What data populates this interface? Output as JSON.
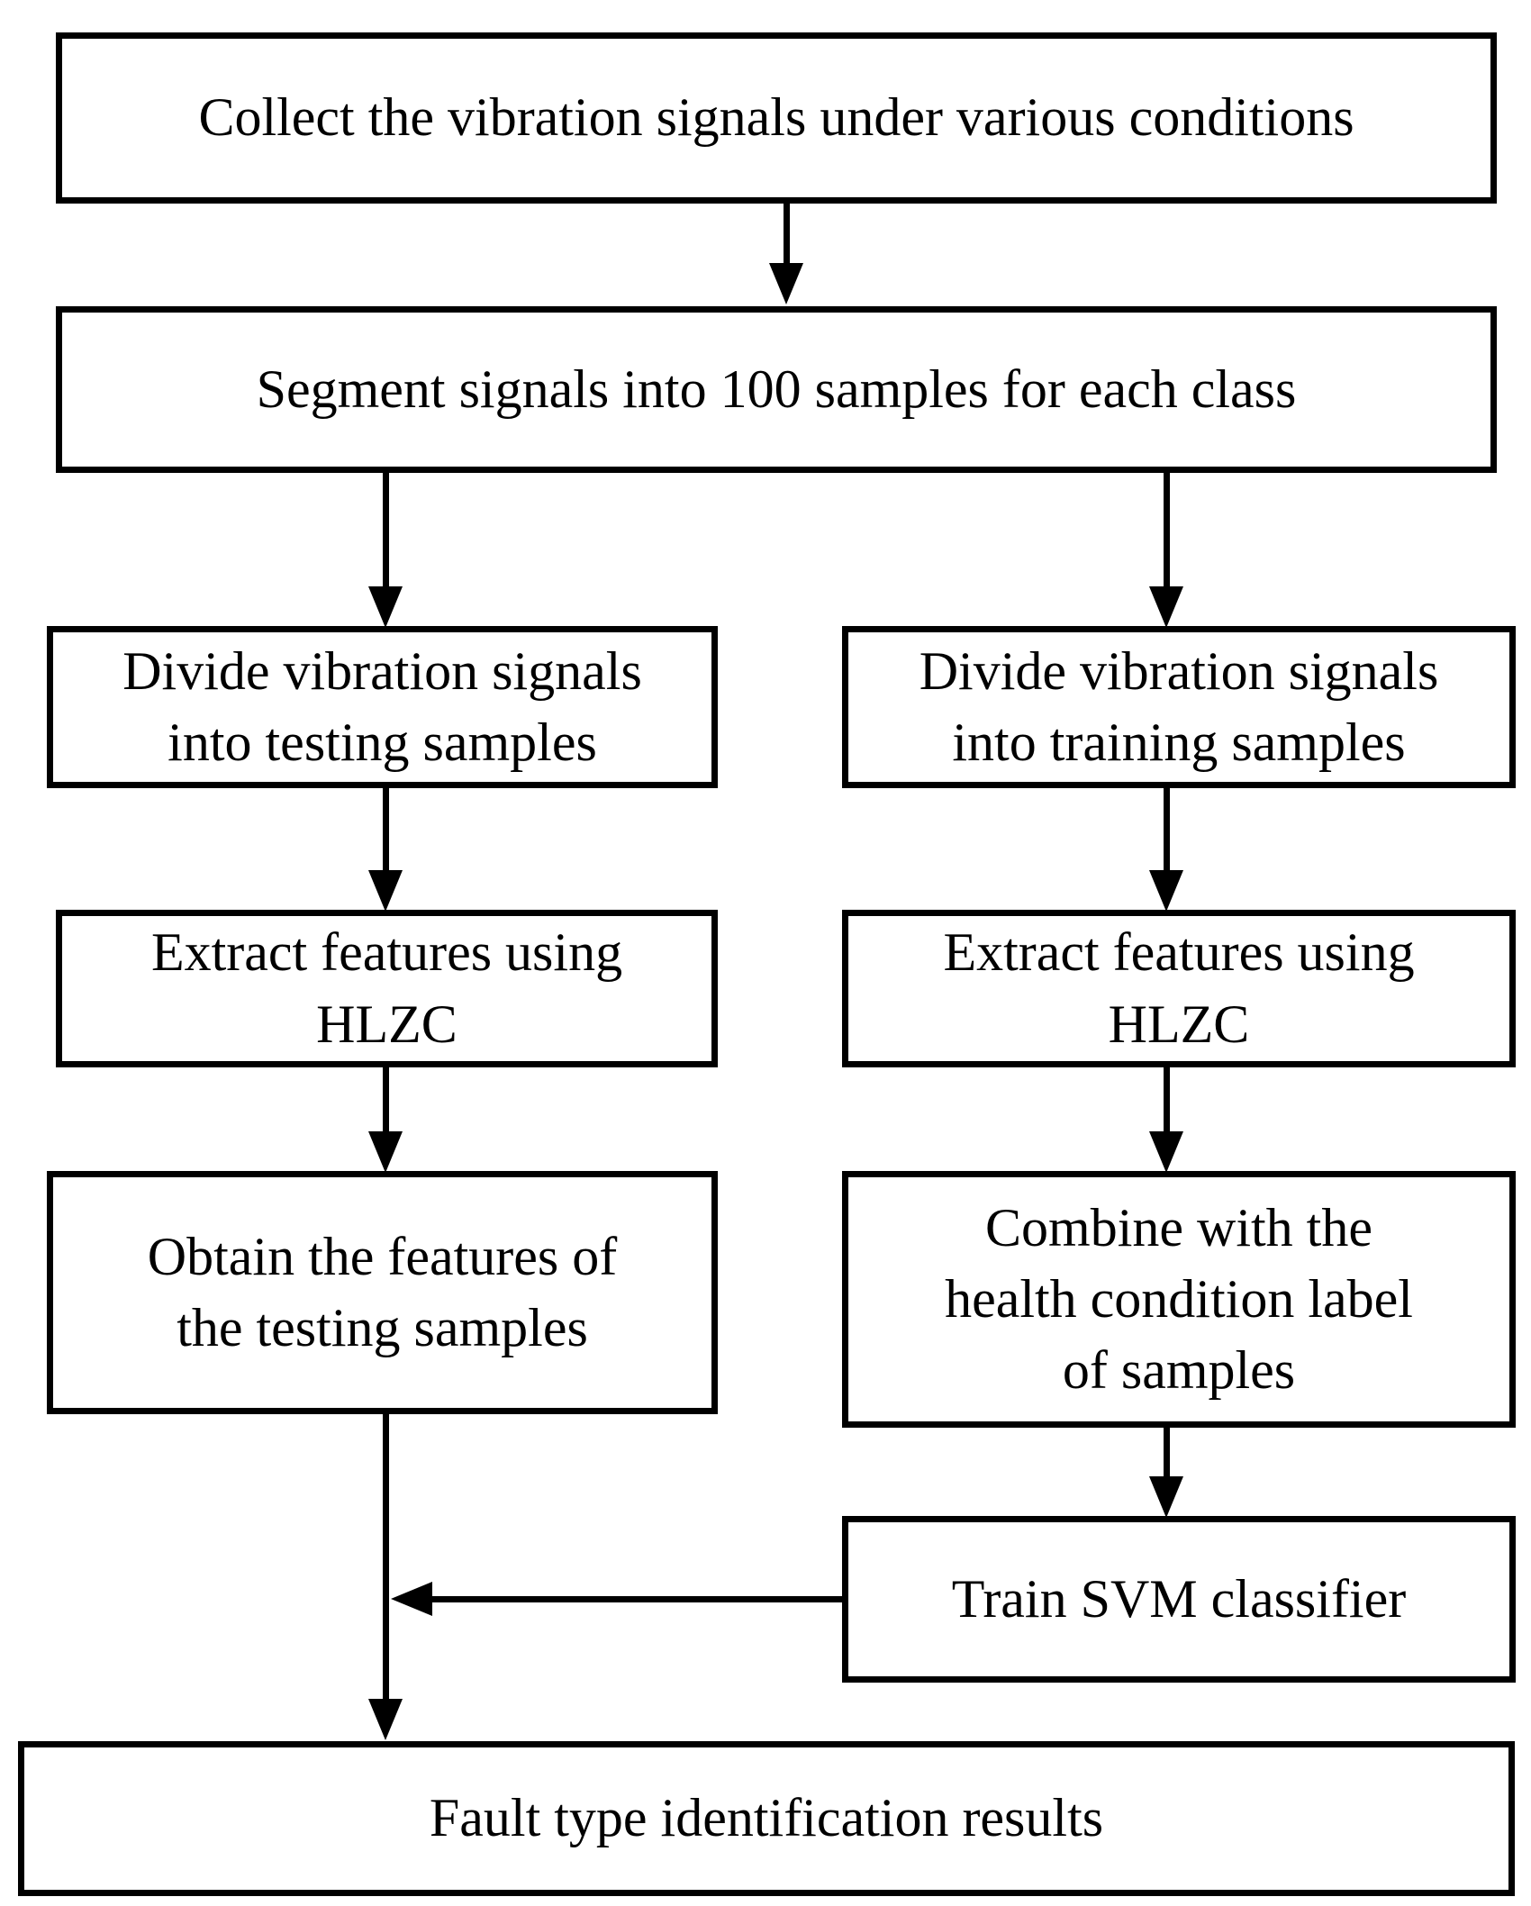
{
  "diagram": {
    "type": "flowchart",
    "colors": {
      "line": "#000000",
      "box_border": "#000000",
      "background": "#ffffff",
      "text": "#000000"
    },
    "nodes": {
      "collect": {
        "lines": [
          "Collect the vibration signals under various conditions"
        ]
      },
      "segment": {
        "lines": [
          "Segment signals into 100 samples for each class"
        ]
      },
      "divide_testing": {
        "lines": [
          "Divide vibration signals",
          "into testing samples"
        ]
      },
      "divide_training": {
        "lines": [
          "Divide vibration signals",
          "into training samples"
        ]
      },
      "extract_testing": {
        "lines": [
          "Extract features using",
          "HLZC"
        ]
      },
      "extract_training": {
        "lines": [
          "Extract features using",
          "HLZC"
        ]
      },
      "obtain_testing_features": {
        "lines": [
          "Obtain the features of",
          "the testing samples"
        ]
      },
      "combine_health_label": {
        "lines": [
          "Combine with the",
          "health condition label",
          "of samples"
        ]
      },
      "train_svm": {
        "lines": [
          "Train SVM classifier"
        ]
      },
      "results": {
        "lines": [
          "Fault type identification results"
        ]
      }
    },
    "edges": [
      {
        "from": "collect",
        "to": "segment"
      },
      {
        "from": "segment",
        "to": "divide_testing"
      },
      {
        "from": "segment",
        "to": "divide_training"
      },
      {
        "from": "divide_testing",
        "to": "extract_testing"
      },
      {
        "from": "divide_training",
        "to": "extract_training"
      },
      {
        "from": "extract_testing",
        "to": "obtain_testing_features"
      },
      {
        "from": "extract_training",
        "to": "combine_health_label"
      },
      {
        "from": "combine_health_label",
        "to": "train_svm"
      },
      {
        "from": "train_svm",
        "to": "results",
        "via": "joins vertical line from obtain_testing_features"
      },
      {
        "from": "obtain_testing_features",
        "to": "results"
      }
    ]
  }
}
